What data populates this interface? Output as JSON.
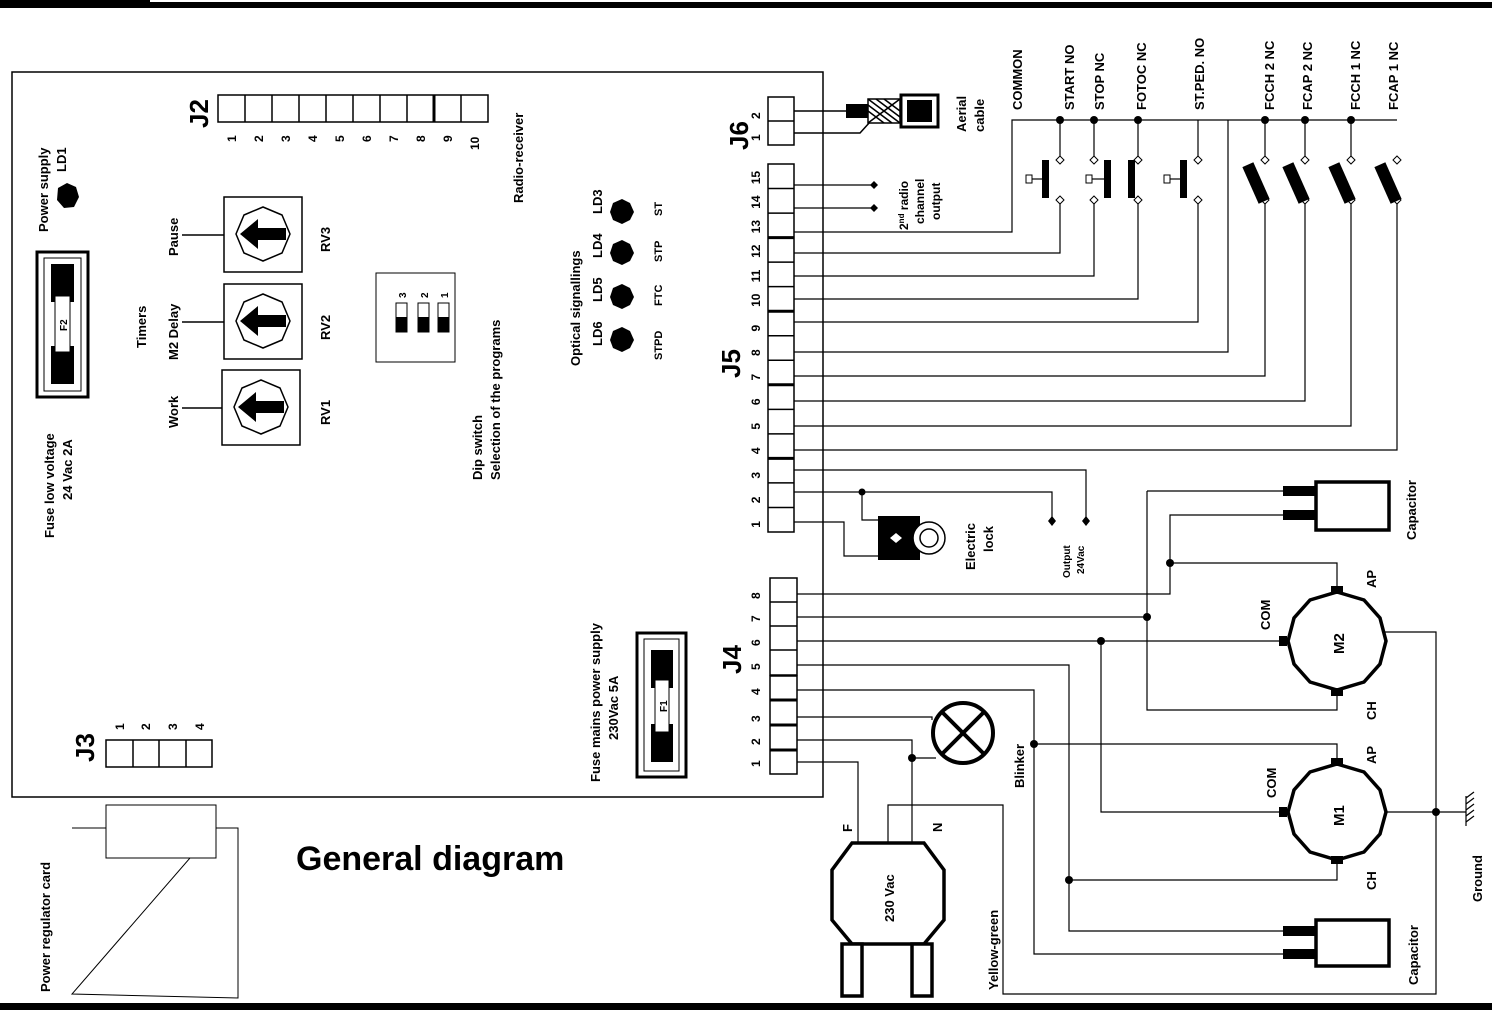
{
  "title": "General diagram",
  "connectors": {
    "J2": {
      "name": "J2",
      "pins": [
        "1",
        "2",
        "3",
        "4",
        "5",
        "6",
        "7",
        "8",
        "9",
        "10"
      ],
      "label": "Radio-receiver"
    },
    "J3": {
      "name": "J3",
      "pins": [
        "1",
        "2",
        "3",
        "4"
      ]
    },
    "J4": {
      "name": "J4",
      "pins": [
        "1",
        "2",
        "3",
        "4",
        "5",
        "6",
        "7",
        "8"
      ]
    },
    "J5": {
      "name": "J5",
      "pins": [
        "1",
        "2",
        "3",
        "4",
        "5",
        "6",
        "7",
        "8",
        "9",
        "10",
        "11",
        "12",
        "13",
        "14",
        "15"
      ]
    },
    "J6": {
      "name": "J6",
      "pins": [
        "1",
        "2"
      ]
    }
  },
  "power_supply": {
    "line1": "Power supply",
    "line2": "LD1"
  },
  "fuse_low": {
    "line1": "Fuse low voltage",
    "line2": "24 Vac  2A",
    "id": "F2"
  },
  "fuse_mains": {
    "line1": "Fuse mains power supply",
    "line2": "230Vac  5A",
    "id": "F1"
  },
  "timers": {
    "title": "Timers",
    "pause": "Pause",
    "m2_delay": "M2 Delay",
    "work": "Work",
    "rv3": "RV3",
    "rv2": "RV2",
    "rv1": "RV1"
  },
  "dip": {
    "line1": "Dip switch",
    "line2": "Selection of the programs",
    "switch_numbers": [
      "3",
      "2",
      "1"
    ]
  },
  "optical": {
    "title": "Optical signallings",
    "leds": [
      {
        "id": "LD3",
        "signal": "ST"
      },
      {
        "id": "LD4",
        "signal": "STP"
      },
      {
        "id": "LD5",
        "signal": "FTC"
      },
      {
        "id": "LD6",
        "signal": "STPD"
      }
    ]
  },
  "aerial": {
    "line1": "Aerial",
    "line2": "cable"
  },
  "radio2": {
    "line1a": "2",
    "sup": "nd",
    "line1b": " radio",
    "line2": "channel",
    "line3": "output"
  },
  "inputs": [
    "COMMON",
    "START NO",
    "STOP NC",
    "FOTOC NC",
    "ST.PED. NO",
    "FCCH 2 NC",
    "FCAP 2 NC",
    "FCCH 1 NC",
    "FCAP 1 NC"
  ],
  "electric_lock": {
    "line1": "Electric",
    "line2": "lock"
  },
  "output24": {
    "line1": "Output",
    "line2": "24Vac"
  },
  "capacitor": "Capacitor",
  "motors": {
    "m2": "M2",
    "m1": "M1",
    "com": "COM",
    "ap": "AP",
    "ch": "CH"
  },
  "blinker": "Blinker",
  "plug": {
    "voltage": "230 Vac",
    "f": "F",
    "n": "N"
  },
  "yellow_green": "Yellow-green",
  "ground": "Ground",
  "power_regulator": "Power regulator card"
}
